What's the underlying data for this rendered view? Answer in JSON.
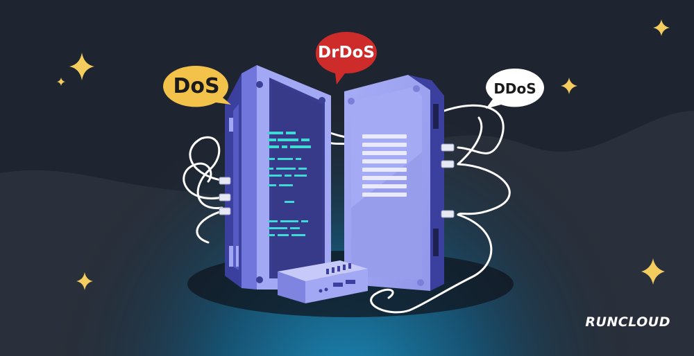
{
  "bubbles": {
    "dos": "DoS",
    "drdos": "DrDoS",
    "ddos": "DDoS"
  },
  "brand": "RUNCLOUD",
  "colors": {
    "background": "#1f2530",
    "hill": "#2a303b",
    "glow": "#1a86b4",
    "server_dark": "#3b3f9e",
    "server_panel": "#393c8e",
    "server_light": "#a3a8f4",
    "led": "#40d9d6",
    "dos_bubble": "#f3c24b",
    "drdos_bubble": "#ce2b2b",
    "ddos_bubble": "#ffffff",
    "star": "#f4cd5e",
    "cable": "#ffffff"
  }
}
